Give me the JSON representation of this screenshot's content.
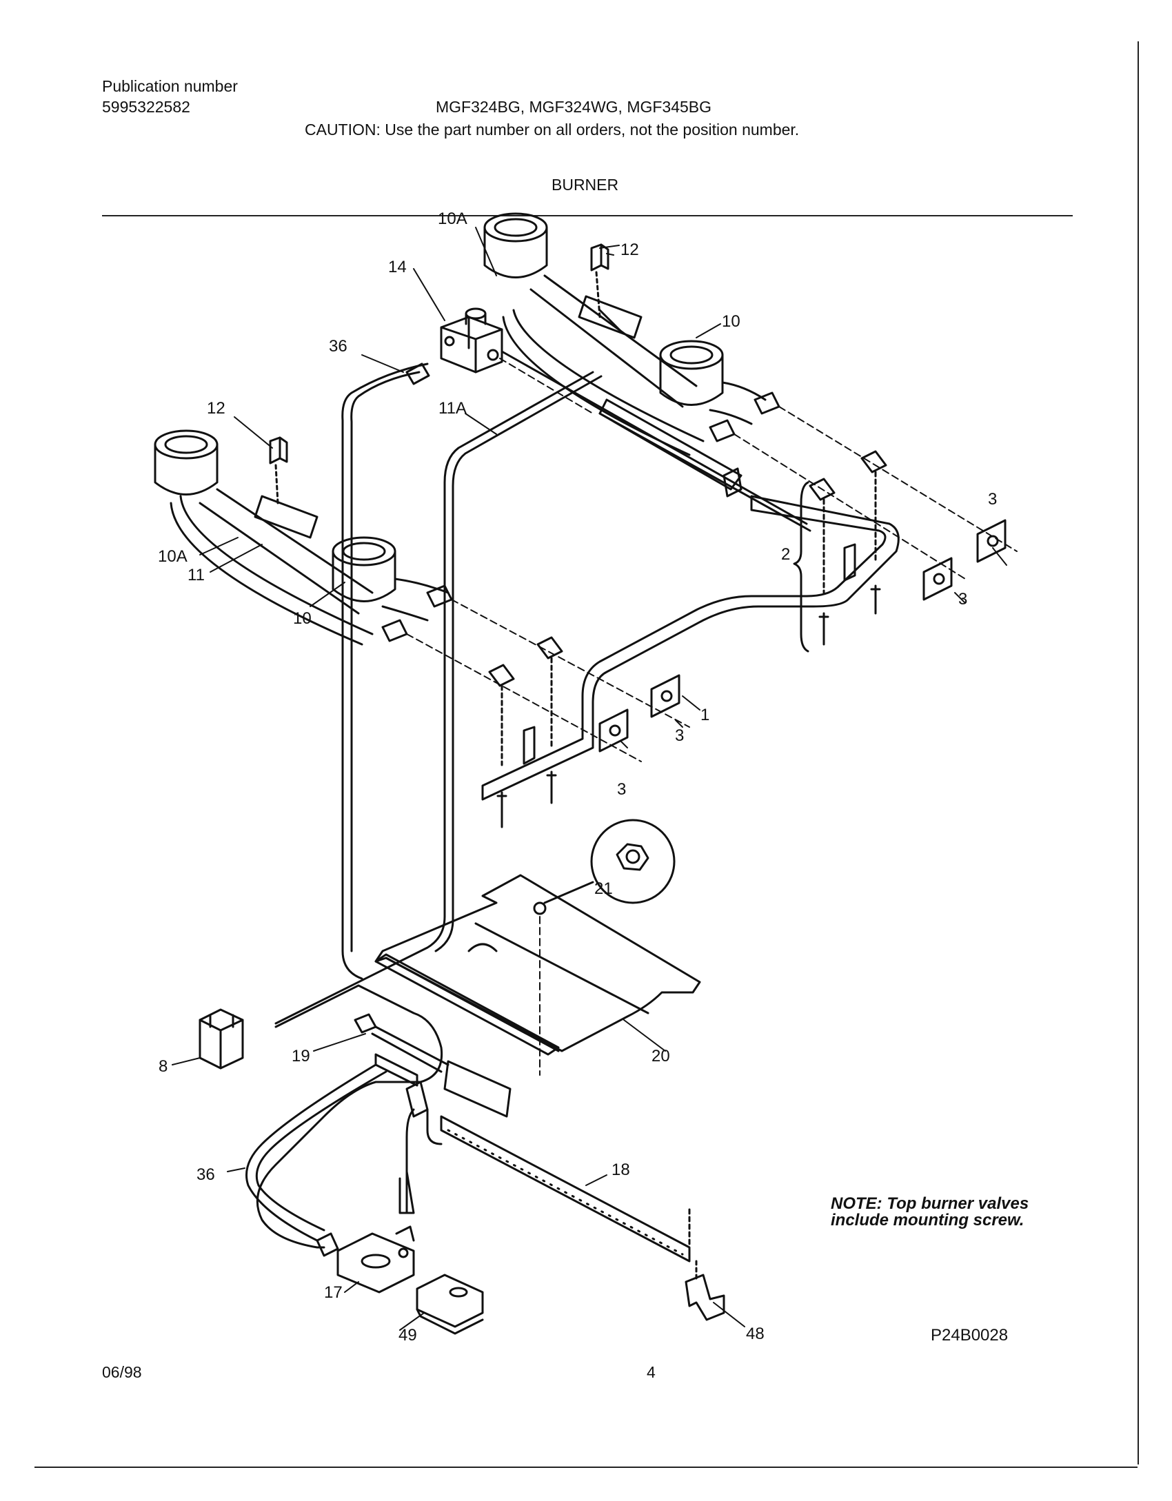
{
  "header": {
    "publication_label": "Publication number",
    "publication_number": "5995322582",
    "models": "MGF324BG, MGF324WG, MGF345BG",
    "caution": "CAUTION:  Use the part number on all orders, not the position number.",
    "section_title": "BURNER"
  },
  "callouts": {
    "c1": "1",
    "c2": "2",
    "c3a": "3",
    "c3b": "3",
    "c3c": "3",
    "c3d": "3",
    "c8": "8",
    "c10a": "10",
    "c10b": "10",
    "c10A_top": "10A",
    "c10A_left": "10A",
    "c11": "11",
    "c11A": "11A",
    "c12a": "12",
    "c12b": "12",
    "c14": "14",
    "c17": "17",
    "c18": "18",
    "c19": "19",
    "c20": "20",
    "c21": "21",
    "c36a": "36",
    "c36b": "36",
    "c48": "48",
    "c49": "49"
  },
  "note_line1": "NOTE: Top burner valves",
  "note_line2": "include mounting screw.",
  "drawing_id": "P24B0028",
  "footer": {
    "date": "06/98",
    "page": "4"
  }
}
